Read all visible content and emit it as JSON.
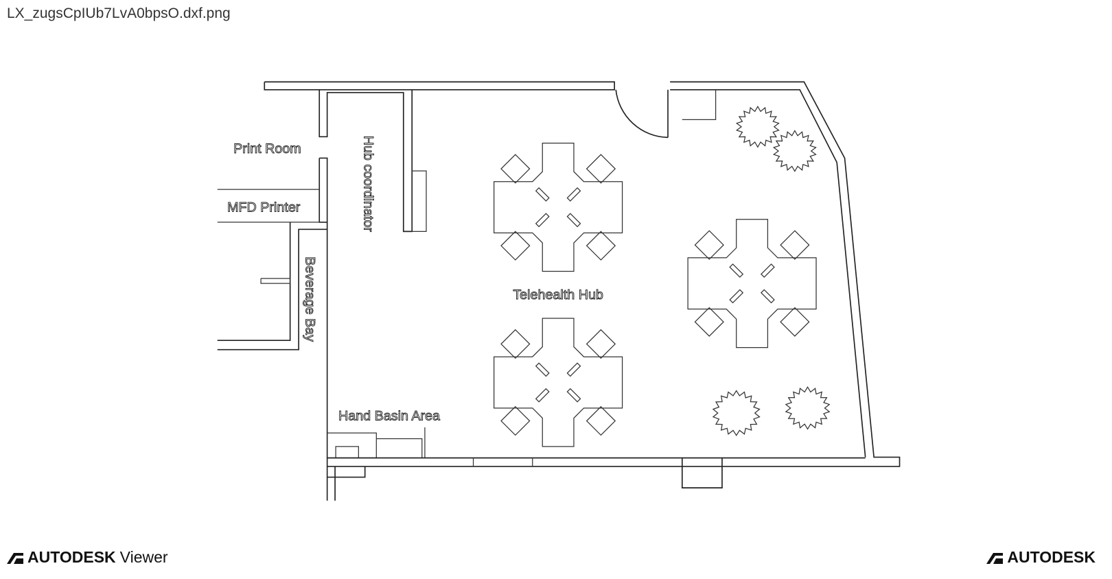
{
  "file_title": "LX_zugsCpIUb7LvA0bpsO.dxf.png",
  "rooms": {
    "print_room": "Print Room",
    "mfd_printer": "MFD Printer",
    "hub_coordinator": "Hub coordinator",
    "beverage_bay": "Beverage Bay",
    "telehealth_hub": "Telehealth Hub",
    "hand_basin_area": "Hand Basin Area"
  },
  "footer": {
    "left_brand": "AUTODESK",
    "left_product": "Viewer",
    "right_brand": "AUTODESK"
  }
}
